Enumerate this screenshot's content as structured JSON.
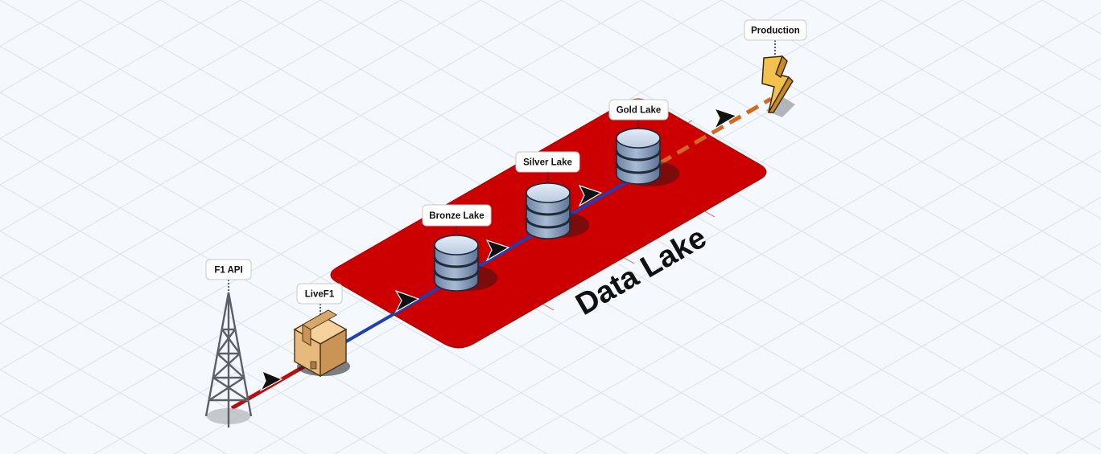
{
  "diagram": {
    "zone_label": "Data Lake",
    "nodes": {
      "f1_api": "F1 API",
      "livef1": "LiveF1",
      "bronze": "Bronze Lake",
      "silver": "Silver Lake",
      "gold": "Gold Lake",
      "production": "Production"
    },
    "colors": {
      "zone": "#cc0000",
      "link_api": "#b81010",
      "link_lake": "#1f3fb5",
      "link_production": "#d2691e",
      "database": "#9fb2cc",
      "package": "#e7b97c",
      "bolt": "#f2c14e",
      "background": "#f5f8fc",
      "grid": "#dbe2ea"
    }
  }
}
